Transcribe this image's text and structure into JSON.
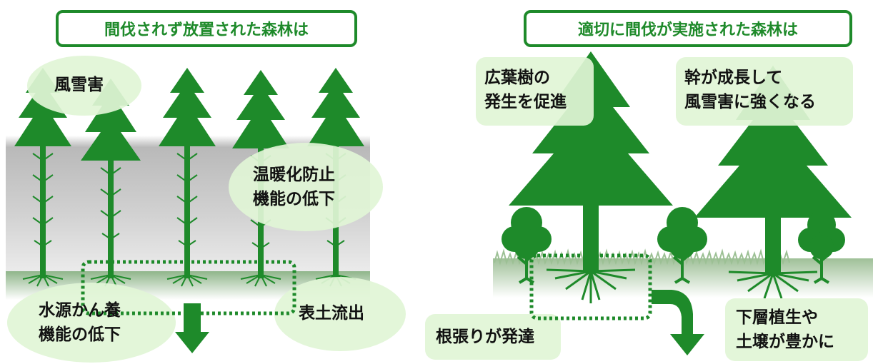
{
  "left_panel": {
    "title": "間伐されず放置された森林は",
    "labels": {
      "wind_snow_damage": [
        "風雪害"
      ],
      "warming_prevention": [
        "温暖化防止",
        "機能の低下"
      ],
      "water_source": [
        "水源かん養",
        "機能の低下"
      ],
      "topsoil_runoff": [
        "表土流出"
      ]
    }
  },
  "right_panel": {
    "title": "適切に間伐が実施された森林は",
    "labels": {
      "broadleaf": [
        "広葉樹の",
        "発生を促進"
      ],
      "trunk_growth": [
        "幹が成長して",
        "風雪害に強くなる"
      ],
      "roots": [
        "根張りが発達"
      ],
      "understory": [
        "下層植生や",
        "土壌が豊かに"
      ]
    }
  },
  "colors": {
    "tree_green": "#1e8a2a",
    "title_border": "#1e8a2a",
    "bubble_fill": "#e1f5d6",
    "ground_green": "#8fb58a"
  }
}
